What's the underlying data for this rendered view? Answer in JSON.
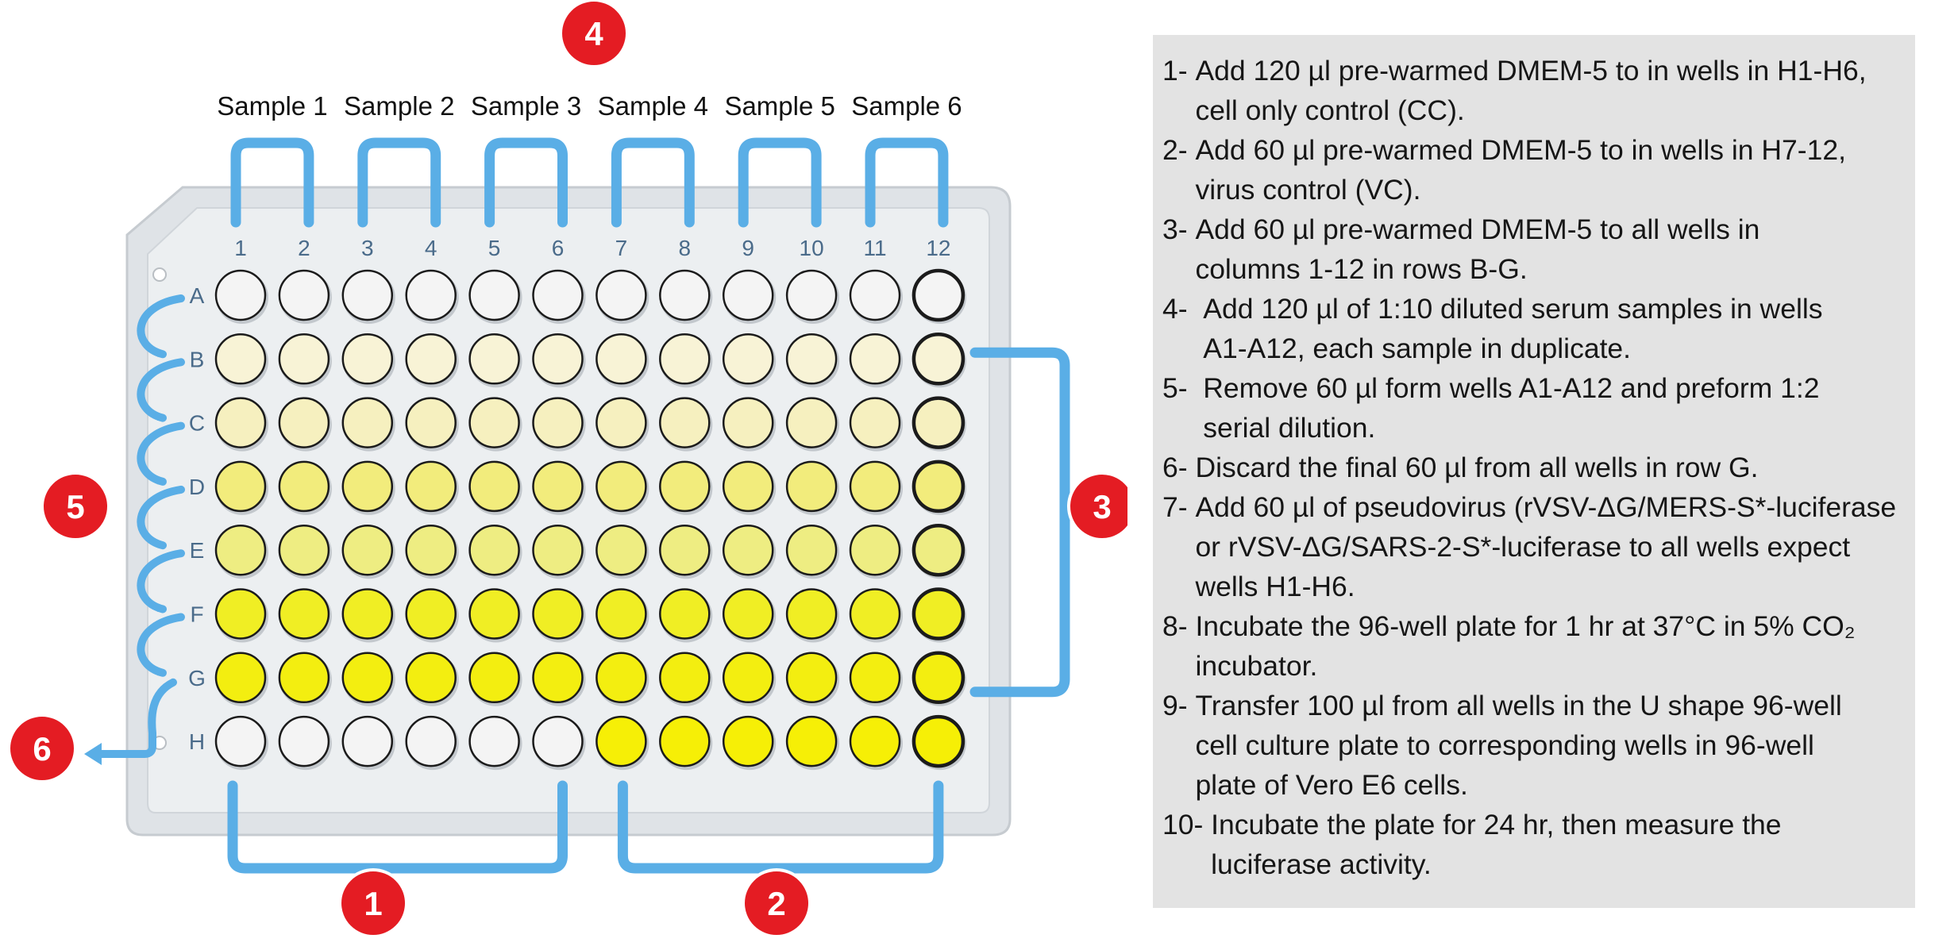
{
  "plate": {
    "columns": [
      "1",
      "2",
      "3",
      "4",
      "5",
      "6",
      "7",
      "8",
      "9",
      "10",
      "11",
      "12"
    ],
    "rows": [
      "A",
      "B",
      "C",
      "D",
      "E",
      "F",
      "G",
      "H"
    ],
    "colors": {
      "plate_body": "#dfe3e7",
      "plate_inner": "#eceff1",
      "plate_edge": "#c6cbd0",
      "bracket": "#5aaee6",
      "badge": "#e41c23",
      "well_empty": "#f4f4f4",
      "well_rows": [
        "#f4f4f4",
        "#f8f3d6",
        "#f6f0bf",
        "#f2ec7c",
        "#eeed82",
        "#f0ee24",
        "#f3ee10",
        "#f6ef06"
      ],
      "well_h_left": "#f4f4f4",
      "well_h_right": "#f6ef06"
    }
  },
  "samples": [
    "Sample 1",
    "Sample 2",
    "Sample 3",
    "Sample 4",
    "Sample 5",
    "Sample 6"
  ],
  "badges": [
    {
      "id": "badge-1",
      "label": "1"
    },
    {
      "id": "badge-2",
      "label": "2"
    },
    {
      "id": "badge-3",
      "label": "3"
    },
    {
      "id": "badge-4",
      "label": "4"
    },
    {
      "id": "badge-5",
      "label": "5"
    },
    {
      "id": "badge-6",
      "label": "6"
    }
  ],
  "steps": [
    {
      "num": "1- ",
      "lines": [
        "Add 120 µl pre-warmed DMEM-5 to in wells in H1-H6,",
        "cell only control (CC)."
      ]
    },
    {
      "num": "2- ",
      "lines": [
        "Add 60 µl pre-warmed DMEM-5 to in wells in H7-12,",
        "virus control (VC)."
      ]
    },
    {
      "num": "3- ",
      "lines": [
        "Add 60 µl pre-warmed DMEM-5 to all wells in",
        "columns 1-12 in rows B-G."
      ]
    },
    {
      "num": "4-  ",
      "lines": [
        "Add 120 µl of 1:10 diluted serum samples in wells",
        "A1-A12, each sample in duplicate."
      ]
    },
    {
      "num": "5-  ",
      "lines": [
        "Remove 60 µl form wells A1-A12 and preform 1:2",
        "serial dilution."
      ]
    },
    {
      "num": "6- ",
      "lines": [
        "Discard the final 60 µl from all wells in row G."
      ]
    },
    {
      "num": "7- ",
      "lines": [
        "Add 60 µl of pseudovirus (rVSV-ΔG/MERS-S*-luciferase",
        "or rVSV-ΔG/SARS-2-S*-luciferase to all wells expect",
        "wells H1-H6."
      ]
    },
    {
      "num": "8- ",
      "lines": [
        "Incubate the 96-well plate for 1 hr at 37°C in 5% CO₂",
        "incubator."
      ]
    },
    {
      "num": "9- ",
      "lines": [
        "Transfer 100 µl from all wells in the U shape 96-well",
        "cell culture plate to corresponding wells in 96-well",
        "plate of Vero E6 cells."
      ]
    },
    {
      "num": "10- ",
      "lines": [
        "Incubate the plate for 24 hr, then measure the",
        "luciferase activity."
      ]
    }
  ]
}
